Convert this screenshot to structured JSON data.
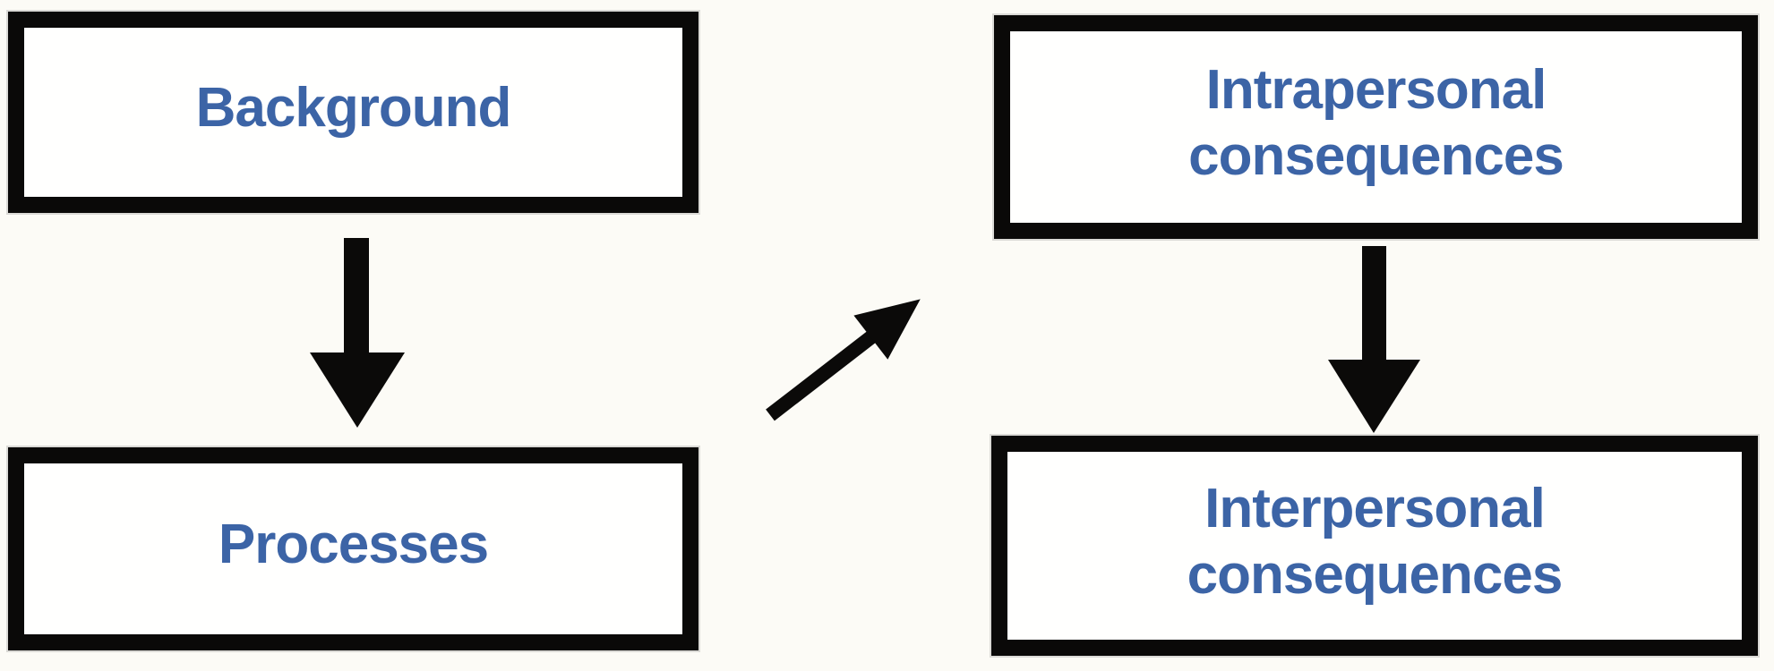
{
  "colors": {
    "background": "#fcfbf6",
    "box_fill": "#fffffe",
    "box_border": "#0a0908",
    "label_text": "#3c64a6",
    "arrow": "#0b0a09"
  },
  "nodes": {
    "background": {
      "label": "Background"
    },
    "processes": {
      "label": "Processes"
    },
    "intrapersonal": {
      "label": "Intrapersonal\nconsequences"
    },
    "interpersonal": {
      "label": "Interpersonal\nconsequences"
    }
  },
  "edges": [
    {
      "from": "Background",
      "to": "Processes",
      "direction": "down"
    },
    {
      "from": "Processes",
      "to": "Intrapersonal consequences",
      "direction": "up-right"
    },
    {
      "from": "Intrapersonal consequences",
      "to": "Interpersonal consequences",
      "direction": "down"
    }
  ]
}
